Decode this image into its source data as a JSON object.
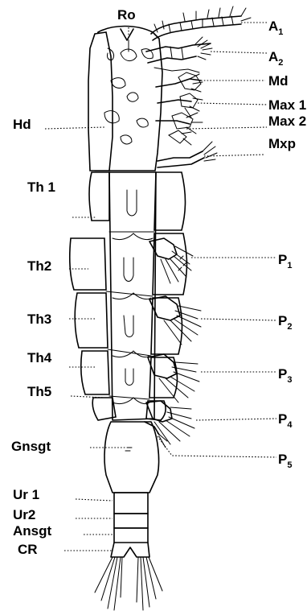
{
  "labels": {
    "ro": "Ro",
    "a1": "A",
    "a1_sub": "1",
    "a2": "A",
    "a2_sub": "2",
    "md": "Md",
    "max1": "Max 1",
    "max2": "Max 2",
    "mxp": "Mxp",
    "hd": "Hd",
    "th1": "Th 1",
    "th2": "Th2",
    "th3": "Th3",
    "th4": "Th4",
    "th5": "Th5",
    "p1": "P",
    "p1_sub": "1",
    "p2": "P",
    "p2_sub": "2",
    "p3": "P",
    "p3_sub": "3",
    "p4": "P",
    "p4_sub": "4",
    "p5": "P",
    "p5_sub": "5",
    "gnsgt": "Gnsgt",
    "ur1": "Ur 1",
    "ur2": "Ur2",
    "ansgt": "Ansgt",
    "cr": "CR"
  }
}
